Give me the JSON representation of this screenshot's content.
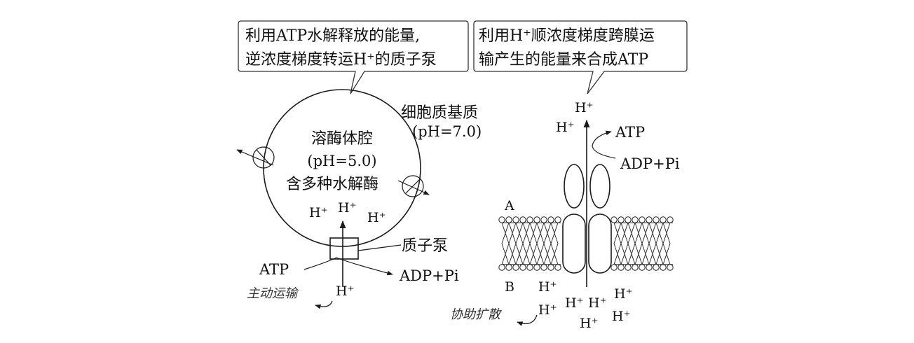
{
  "callouts": {
    "left": {
      "line1": "利用ATP水解释放的能量,",
      "line2": "逆浓度梯度转运H⁺的质子泵"
    },
    "right": {
      "line1": "利用H⁺顺浓度梯度跨膜运",
      "line2": "输产生的能量来合成ATP"
    }
  },
  "lysosome": {
    "cavity_label": "溶酶体腔",
    "cavity_ph": "(pH=5.0)",
    "enzymes": "含多种水解酶",
    "cytoplasm_label": "细胞质基质",
    "cytoplasm_ph": "(pH=7.0)",
    "h_inside": [
      "H⁺",
      "H⁺",
      "H⁺"
    ],
    "h_outside": "H⁺",
    "pump_label": "质子泵",
    "atp": "ATP",
    "adp_pi": "ADP+Pi",
    "transport_mode": "主动运输"
  },
  "membrane": {
    "side_a": "A",
    "side_b": "B",
    "h_top": [
      "H⁺",
      "H⁺"
    ],
    "h_bottom": [
      "H⁺",
      "H⁺",
      "H⁺",
      "H⁺",
      "H⁺",
      "H⁺",
      "H⁺"
    ],
    "atp": "ATP",
    "adp_pi": "ADP+Pi",
    "transport_mode": "协助扩散"
  }
}
